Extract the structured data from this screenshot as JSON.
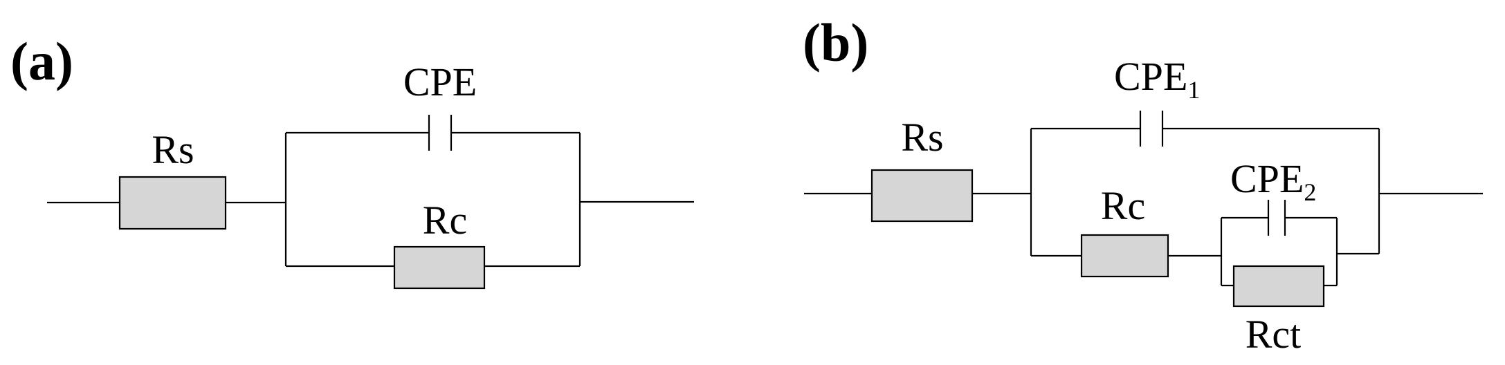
{
  "panel_a": {
    "tag": "(a)",
    "rs_label": "Rs",
    "cpe_label": "CPE",
    "rc_label": "Rc"
  },
  "panel_b": {
    "tag": "(b)",
    "rs_label": "Rs",
    "cpe1_label": "CPE",
    "cpe1_sub": "1",
    "rc_label": "Rc",
    "cpe2_label": "CPE",
    "cpe2_sub": "2",
    "rct_label": "Rct"
  },
  "colors": {
    "resistor_fill": "#d6d6d6",
    "line": "#000000"
  }
}
